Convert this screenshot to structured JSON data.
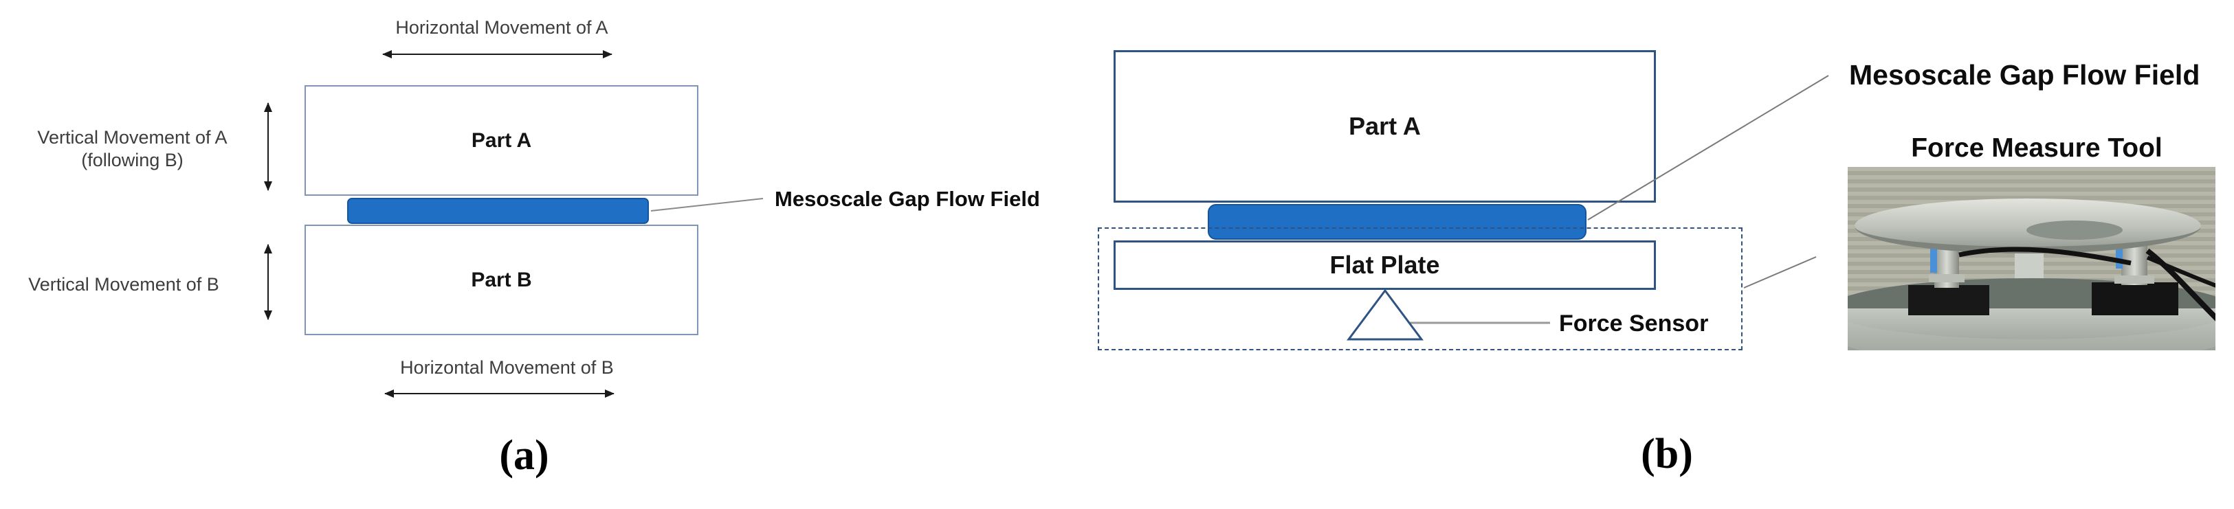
{
  "colors": {
    "gap_fill": "#1F70C4",
    "gap_border": "#17549C",
    "dark_border": "#2F5383",
    "light_border": "#8096B8",
    "leader_line": "#8A8A8A",
    "arrow": "#1A1A1A"
  },
  "panel_a": {
    "caption": "(a)",
    "top_label": "Horizontal Movement of A",
    "left_label_line1": "Vertical Movement of A",
    "left_label_line2": "(following B)",
    "left_label_b": "Vertical Movement of B",
    "bottom_label": "Horizontal Movement of B",
    "part_a": "Part A",
    "part_b": "Part B",
    "gap_label": "Mesoscale Gap Flow Field"
  },
  "panel_b": {
    "caption": "(b)",
    "part_a": "Part A",
    "flat_plate": "Flat Plate",
    "force_sensor": "Force Sensor",
    "gap_label": "Mesoscale Gap Flow Field",
    "tool_label": "Force Measure Tool"
  }
}
